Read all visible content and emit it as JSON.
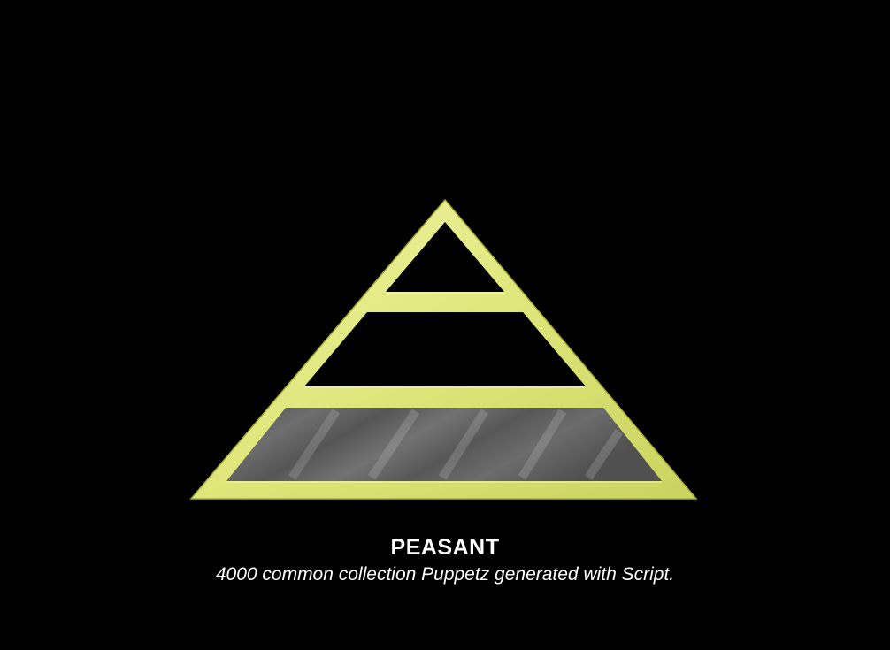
{
  "tier": {
    "title": "PEASANT",
    "description": "4000 common collection Puppetz generated with Script.",
    "highlighted_level": "bottom",
    "levels": [
      "top",
      "middle",
      "bottom"
    ]
  },
  "colors": {
    "background": "#000000",
    "frame": "#e3ec86",
    "frame_shadow": "#9aa232",
    "highlight_fill": "#5f5f5f",
    "text": "#ffffff"
  },
  "icons": {
    "pyramid": "pyramid-tier-icon"
  }
}
